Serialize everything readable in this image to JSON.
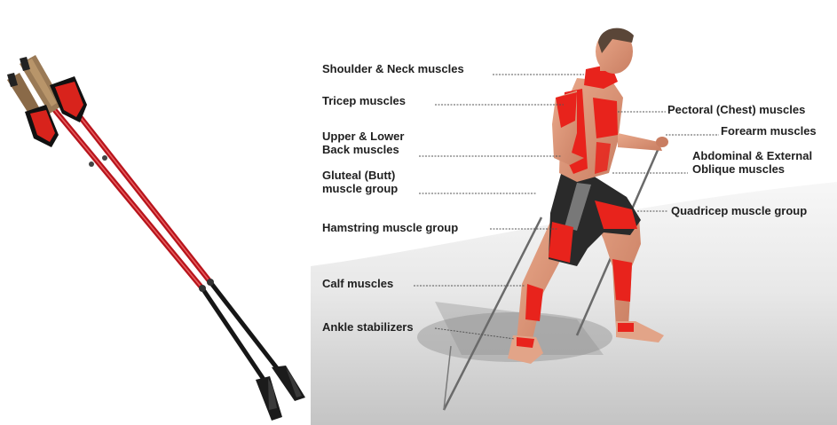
{
  "poles_image": {
    "icon": "nordic-walking-poles"
  },
  "diagram": {
    "figure_icon": "walking-man-with-poles",
    "highlight_color": "#e8231c",
    "labels_left": [
      {
        "id": "shoulder-neck",
        "lines": [
          "Shoulder & Neck muscles"
        ]
      },
      {
        "id": "tricep",
        "lines": [
          "Tricep muscles"
        ]
      },
      {
        "id": "back",
        "lines": [
          "Upper & Lower",
          "Back muscles"
        ]
      },
      {
        "id": "gluteal",
        "lines": [
          "Gluteal (Butt)",
          "muscle group"
        ]
      },
      {
        "id": "hamstring",
        "lines": [
          "Hamstring muscle group"
        ]
      },
      {
        "id": "calf",
        "lines": [
          "Calf muscles"
        ]
      },
      {
        "id": "ankle",
        "lines": [
          "Ankle stabilizers"
        ]
      }
    ],
    "labels_right": [
      {
        "id": "pectoral",
        "lines": [
          "Pectoral (Chest) muscles"
        ]
      },
      {
        "id": "forearm",
        "lines": [
          "Forearm muscles"
        ]
      },
      {
        "id": "abdominal",
        "lines": [
          "Abdominal & External",
          "Oblique muscles"
        ]
      },
      {
        "id": "quadricep",
        "lines": [
          "Quadricep muscle group"
        ]
      }
    ]
  }
}
